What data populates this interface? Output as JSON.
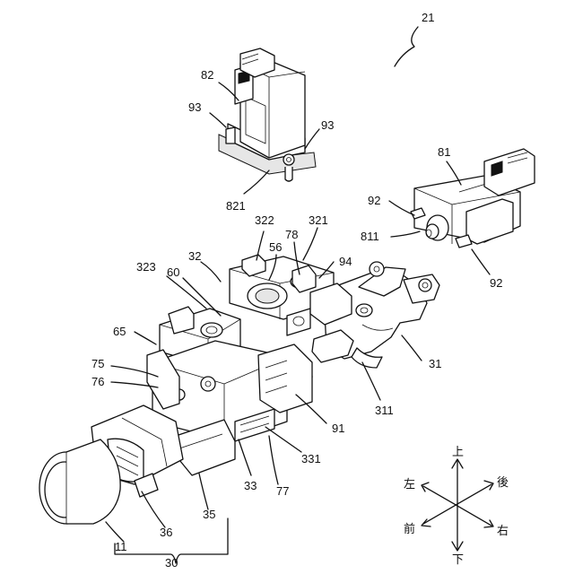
{
  "labels": {
    "assembly": "21",
    "solenoid_top": "82",
    "solenoid_top_base": "821",
    "boss_left": "93",
    "boss_right": "93",
    "solenoid_right": "81",
    "plunger_right": "811",
    "pin_upper": "92",
    "pin_lower": "92",
    "frame_a": "322",
    "frame_b": "321",
    "frame_c": "323",
    "frame": "32",
    "part_56": "56",
    "part_78": "78",
    "part_94": "94",
    "part_60": "60",
    "part_65": "65",
    "part_75": "75",
    "part_76": "76",
    "housing": "31",
    "housing_arm": "311",
    "part_91": "91",
    "part_331": "331",
    "part_33": "33",
    "part_77": "77",
    "part_35": "35",
    "part_36": "36",
    "knob": "11",
    "group": "30"
  },
  "directions": {
    "up": "上",
    "down": "下",
    "left": "左",
    "right": "右",
    "front": "前",
    "back": "後"
  }
}
